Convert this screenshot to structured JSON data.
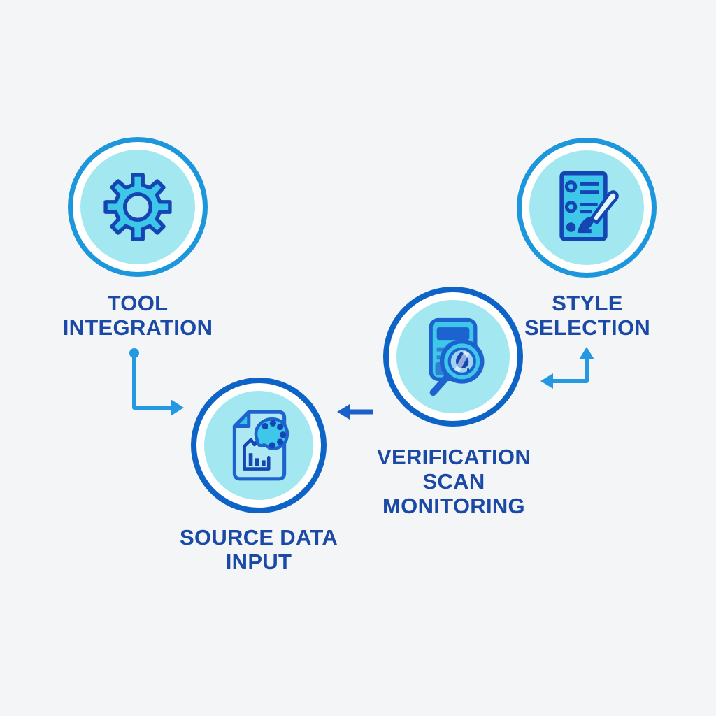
{
  "colors": {
    "background": "#f4f5f7",
    "ring_light": "#1d97db",
    "ring_dark": "#0e63c7",
    "circle_fill": "#a3e8f1",
    "icon_cyan": "#3ec7e9",
    "icon_stroke": "#1545b2",
    "accent_mid": "#1d63cf",
    "stripe_blue": "#2f7fd4",
    "lens_blue": "#9fd4f2",
    "handle_light": "#e4f7fb",
    "paper": "#aee9f3",
    "fold": "#35c4e6",
    "text": "#1a49a6",
    "arrow_light": "#2499e2",
    "arrow_dark": "#1b5fc9"
  },
  "nodes": [
    {
      "id": "tool-integration",
      "icon": "gear-icon",
      "label_lines": [
        "TOOL",
        "INTEGRATION"
      ]
    },
    {
      "id": "style-selection",
      "icon": "checklist-brush-icon",
      "label_lines": [
        "STYLE",
        "SELECTION"
      ]
    },
    {
      "id": "verification-scan-monitoring",
      "icon": "scanner-magnifier-icon",
      "label_lines": [
        "VERIFICATION",
        "SCAN",
        "MONITORING"
      ]
    },
    {
      "id": "source-data-input",
      "icon": "document-palette-icon",
      "label_lines": [
        "SOURCE DATA",
        "INPUT"
      ]
    }
  ],
  "arrows": [
    {
      "id": "tool-to-source",
      "from": "tool-integration",
      "to": "source-data-input",
      "color": "light-blue",
      "shape": "dot-elbow-down-right",
      "heads": [
        "end-right"
      ]
    },
    {
      "id": "verification-to-source",
      "from": "verification-scan-monitoring",
      "to": "source-data-input",
      "color": "dark-blue",
      "shape": "straight-left",
      "heads": [
        "end-left"
      ]
    },
    {
      "id": "style-elbow",
      "from": "style-selection",
      "to": "verification-scan-monitoring",
      "color": "light-blue",
      "shape": "elbow",
      "heads": [
        "up",
        "left"
      ]
    }
  ]
}
